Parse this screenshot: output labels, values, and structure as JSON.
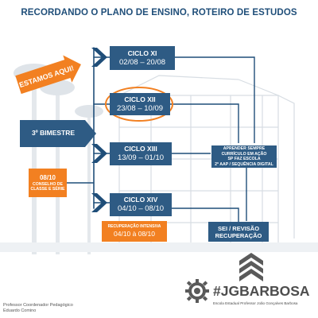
{
  "title": "RECORDANDO O PLANO DE ENSINO, ROTEIRO DE ESTUDOS",
  "callout": "ESTAMOS AQUI!",
  "colors": {
    "dark_blue": "#1f4e79",
    "box_blue": "#2e5b84",
    "orange": "#f28021"
  },
  "cycles": [
    {
      "label": "CICLO XI",
      "dates": "02/08 – 20/08"
    },
    {
      "label": "CICLO XII",
      "dates": "23/08 – 10/09"
    },
    {
      "label": "CICLO XIII",
      "dates": "13/09 – 01/10"
    },
    {
      "label": "CICLO XIV",
      "dates": "04/10 – 08/10"
    }
  ],
  "bimestre": "3º BIMESTRE",
  "conselho": {
    "date": "08/10",
    "line1": "CONSELHO DE",
    "line2": "CLASSE E SÉRIE"
  },
  "recuperacao": {
    "label": "RECUPERAÇÃO INTENSIVA",
    "dates": "04/10 à 08/10"
  },
  "aprender": {
    "line1": "APRENDER SEMPRE",
    "line2": "CURRÍCULO EM AÇÃO",
    "line3": "SP FAZ ESCOLA",
    "line4": "2ª AAP / SEQUÊNCIA DIGITAL"
  },
  "sei": {
    "line1": "SEI / REVISÃO",
    "line2": "RECUPERAÇÃO"
  },
  "footer": {
    "line1": "Professor Coordenador Pedagógico",
    "line2": "Eduardo Comino"
  },
  "hashtag": "#JGBARBOSA",
  "school": "Escola Estadual Professor João Gonçalves Barbosa"
}
